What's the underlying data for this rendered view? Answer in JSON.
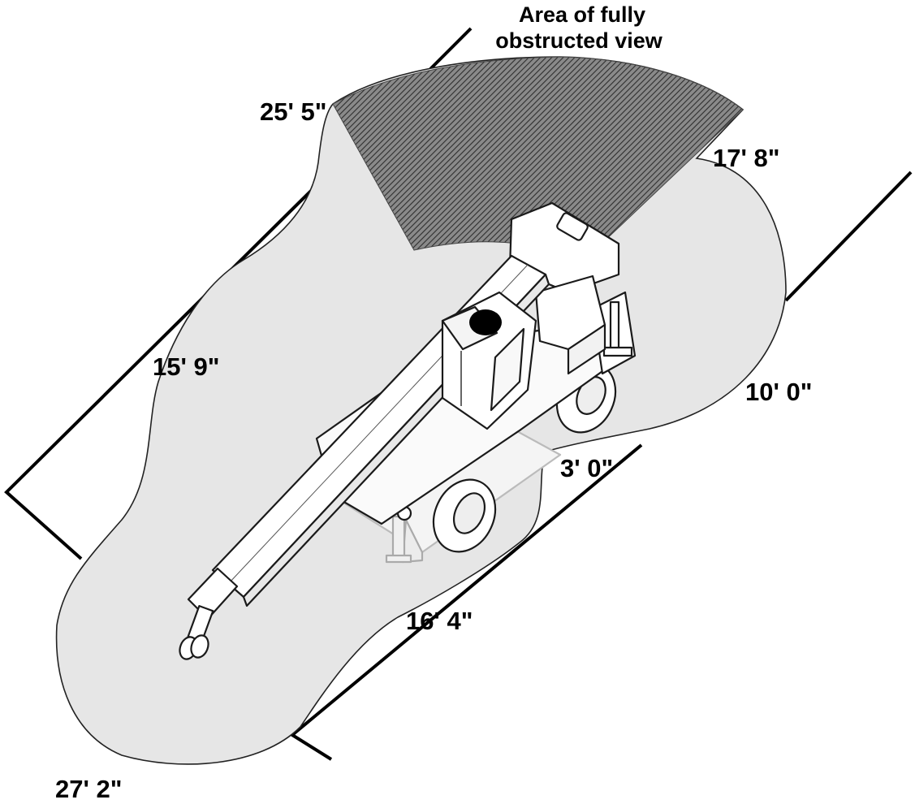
{
  "caption": {
    "line1": "Area of fully",
    "line2": "obstructed view"
  },
  "dimensions": {
    "top_left": "25' 5\"",
    "top_right": "17' 8\"",
    "left": "15' 9\"",
    "right": "10' 0\"",
    "notch": "3' 0\"",
    "bottom_middle": "16' 4\"",
    "bottom_left": "27' 2\""
  },
  "colors": {
    "blind_area_fill": "#e6e6e6",
    "obstructed_hatch": "#555555",
    "road_edge": "#000000",
    "operator_position": "#000000"
  }
}
